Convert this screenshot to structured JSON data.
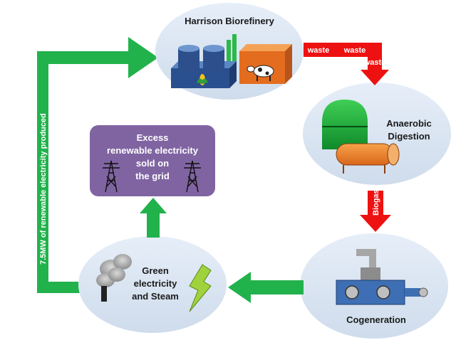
{
  "nodes": {
    "biorefinery": "Harrison Biorefinery",
    "anaerobic_line1": "Anaerobic",
    "anaerobic_line2": "Digestion",
    "cogeneration": "Cogeneration",
    "green_line1": "Green",
    "green_line2": "electricity",
    "green_line3": "and Steam",
    "excess_line1": "Excess",
    "excess_line2": "renewable electricity",
    "excess_line3": "sold  on",
    "excess_line4": "the grid"
  },
  "arrows": {
    "waste_1": "waste",
    "waste_2": "waste",
    "waste_3": "waste",
    "biogas": "Biogas",
    "side_label": "7.5MW of renewable electricity produced"
  },
  "colors": {
    "circle_fill": "#dce6f2",
    "green_arrow": "#22b24c",
    "red_arrow": "#ee1111",
    "excess_box": "#8064a2"
  },
  "icons": [
    "storage-tank-icon",
    "corn-icon",
    "cow-icon",
    "digester-icon",
    "engine-icon",
    "smokestack-icon",
    "lightning-icon",
    "power-pylon-icon"
  ]
}
